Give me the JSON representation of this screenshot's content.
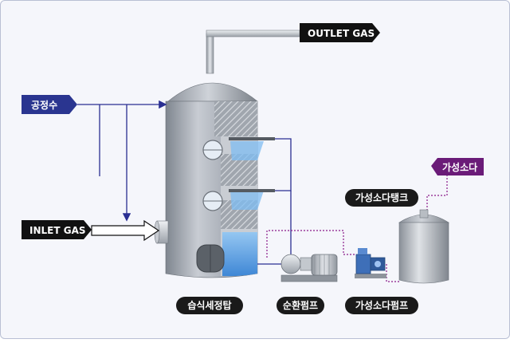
{
  "diagram": {
    "tags": {
      "outlet_gas": "OUTLET GAS",
      "process_water": "공정수",
      "inlet_gas": "INLET GAS",
      "caustic_soda": "가성소다"
    },
    "captions": {
      "scrubber_tower": "습식세정탑",
      "circulation_pump": "순환펌프",
      "caustic_tank": "가성소다탱크",
      "caustic_pump": "가성소다펌프"
    },
    "colors": {
      "tag_dark": "#111111",
      "tag_blue": "#2a3590",
      "tag_purple": "#6a1b78",
      "line_blue": "#2a2f92",
      "line_purple": "#8a1a8a",
      "tower_grey": "#a7adb6",
      "water_blue": "#3b8fe0"
    },
    "icons": {
      "arrow": "arrow-right-icon",
      "tag": "pentagon-tag-icon"
    }
  }
}
